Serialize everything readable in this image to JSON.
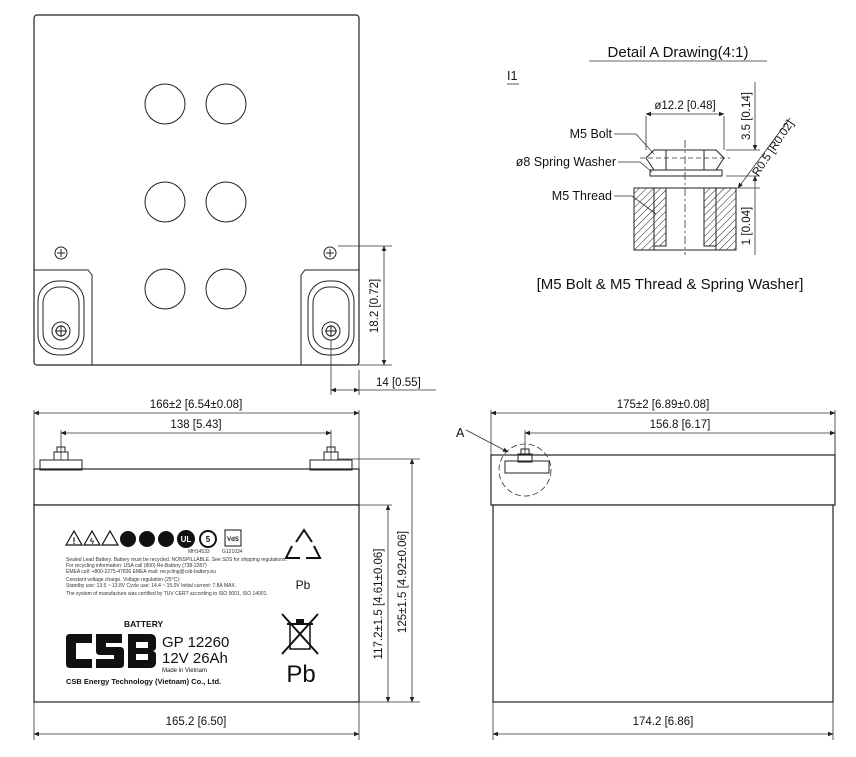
{
  "detail": {
    "title": "Detail A Drawing(4:1)",
    "page_ref": "I1",
    "bolt_dia": "ø12.2  [0.48]",
    "bolt_height": "3.5  [0.14]",
    "radius": "R0.5  [R0.02]",
    "thread_offset": "1  [0.04]",
    "label_bolt": "M5 Bolt",
    "label_washer": "ø8 Spring Washer",
    "label_thread": "M5 Thread",
    "caption": "[M5 Bolt & M5 Thread & Spring Washer]"
  },
  "top_view": {
    "terminal_height": "18.2  [0.72]",
    "terminal_offset": "14  [0.55]"
  },
  "front_view": {
    "overall_length": "166±2  [6.54±0.08]",
    "terminal_spacing": "138  [5.43]",
    "container_length": "165.2  [6.50]",
    "container_height": "117.2±1.5  [4.61±0.06]",
    "total_height": "125±1.5  [4.92±0.06]",
    "label": {
      "battery_word": "BATTERY",
      "model": "GP 12260",
      "rating": "12V 26Ah",
      "origin": "Made in Vietnam",
      "company": "CSB Energy Technology (Vietnam) Co., Ltd.",
      "cert_code": "MH14533",
      "cert_code2": "G121034",
      "vds": "VdS",
      "pb_small": "Pb",
      "pb_large": "Pb",
      "fine_print": [
        "Sealed Lead Battery. Battery must be recycled. NONSPILLABLE. See SDS for shipping regulations.",
        "For recycling information: USA call (800) Re-Battery (738-2287)",
        "EMEA call: +800-2275-47836    EMEA mail: recycling@csb-battery.eu",
        "Constant voltage charge. Voltage regulation (25°C):",
        "Standby use: 13.5 ~ 13.8V    Cycle use: 14.4 ~ 15.0V    Initial current: 7.8A MAX.",
        "The system of manufacture was certified by TUV CERT according to ISO 9001, ISO 14001."
      ]
    }
  },
  "side_view": {
    "overall_width": "175±2  [6.89±0.08]",
    "inner_width": "156.8  [6.17]",
    "container_width": "174.2  [6.86]",
    "detail_marker": "A"
  }
}
